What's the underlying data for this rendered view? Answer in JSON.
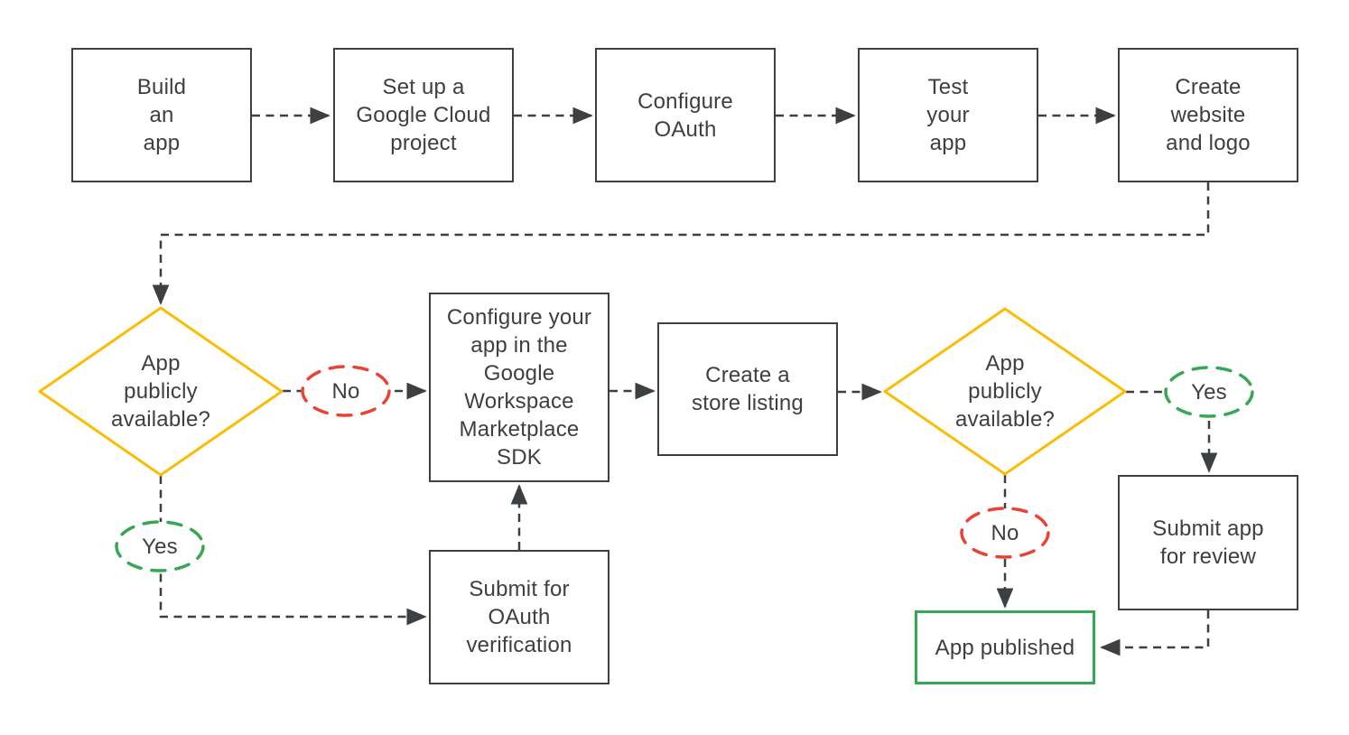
{
  "diagram": {
    "type": "flowchart",
    "topic": "Publish an app to the Google Workspace Marketplace",
    "colors": {
      "background": "#FFFFFF",
      "line": "#3C4043",
      "box_border": "#3C4043",
      "text": "#3C4043",
      "decision_border": "#FBBC04",
      "no_border": "#EA4335",
      "yes_border": "#34A853",
      "published_border": "#34A853"
    },
    "nodes": {
      "build_app": {
        "label": "Build\nan\napp"
      },
      "setup_project": {
        "label": "Set up a\nGoogle Cloud\nproject"
      },
      "configure_oauth": {
        "label": "Configure\nOAuth"
      },
      "test_app": {
        "label": "Test\nyour\napp"
      },
      "create_website": {
        "label": "Create\nwebsite\nand logo"
      },
      "decision_public_1": {
        "label": "App\npublicly\navailable?"
      },
      "configure_sdk": {
        "label": "Configure your\napp in the\nGoogle\nWorkspace\nMarketplace\nSDK"
      },
      "store_listing": {
        "label": "Create a\nstore listing"
      },
      "decision_public_2": {
        "label": "App\npublicly\navailable?"
      },
      "submit_oauth": {
        "label": "Submit for\nOAuth\nverification"
      },
      "submit_review": {
        "label": "Submit app\nfor review"
      },
      "app_published": {
        "label": "App published"
      }
    },
    "edge_labels": {
      "no_1": "No",
      "yes_1": "Yes",
      "yes_2": "Yes",
      "no_2": "No"
    }
  }
}
